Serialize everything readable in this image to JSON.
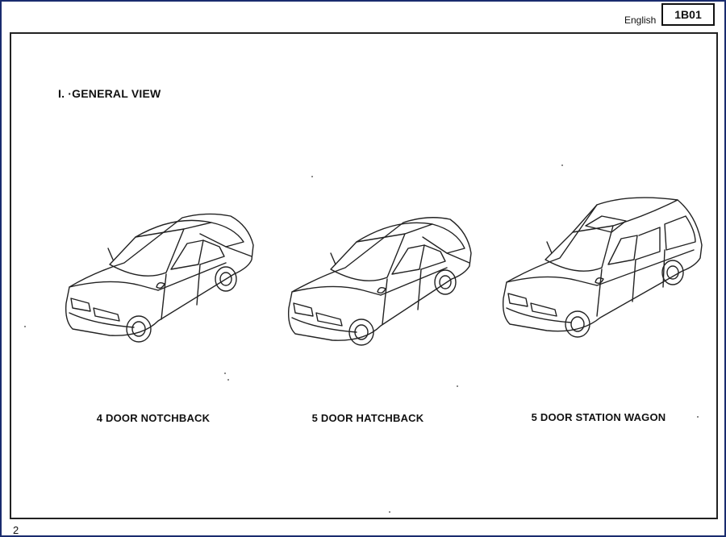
{
  "header": {
    "language": "English",
    "code": "1B01"
  },
  "section": {
    "title": "I. ·GENERAL VIEW"
  },
  "figures": [
    {
      "caption": "4 DOOR NOTCHBACK",
      "icon": "sedan-car-icon"
    },
    {
      "caption": "5 DOOR HATCHBACK",
      "icon": "hatchback-car-icon"
    },
    {
      "caption": "5 DOOR STATION WAGON",
      "icon": "wagon-car-icon"
    }
  ],
  "footer": {
    "page_number": "2"
  }
}
